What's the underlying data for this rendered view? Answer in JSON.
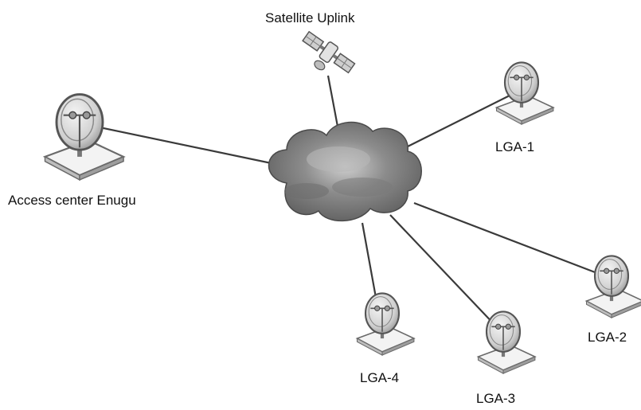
{
  "diagram": {
    "labels": {
      "satellite": "Satellite Uplink",
      "access_center": "Access center Enugu",
      "lga1": "LGA-1",
      "lga2": "LGA-2",
      "lga3": "LGA-3",
      "lga4": "LGA-4"
    },
    "icons": {
      "satellite": "satellite-icon",
      "cloud": "network-cloud-icon",
      "dish": "satellite-dish-icon"
    },
    "colors": {
      "link": "#3a3a3a",
      "cloud_dark": "#6f6f6f",
      "cloud_light": "#d8d8d8",
      "dish": "#e6e6e6",
      "stroke": "#555555"
    }
  }
}
